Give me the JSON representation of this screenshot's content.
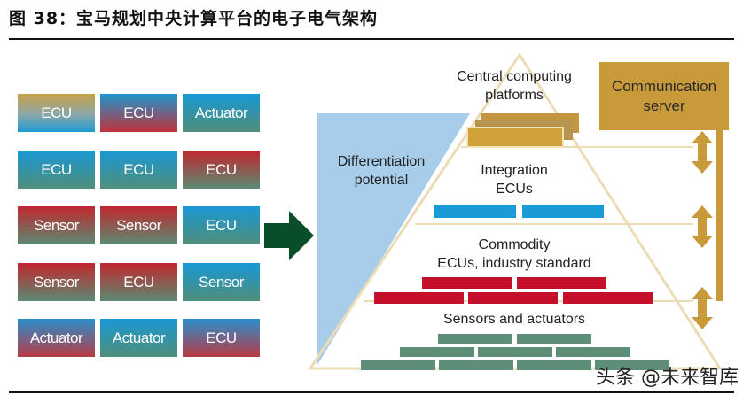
{
  "figure": {
    "title": "图 38：宝马规划中央计算平台的电子电气架构",
    "watermark": "头条 @未来智库"
  },
  "left_grid": {
    "rows": [
      [
        {
          "label": "ECU",
          "gradient": "gold-blue"
        },
        {
          "label": "ECU",
          "gradient": "blue-red"
        },
        {
          "label": "Actuator",
          "gradient": "blue-green"
        }
      ],
      [
        {
          "label": "ECU",
          "gradient": "blue-green"
        },
        {
          "label": "ECU",
          "gradient": "blue-green"
        },
        {
          "label": "ECU",
          "gradient": "red-green"
        }
      ],
      [
        {
          "label": "Sensor",
          "gradient": "red-green"
        },
        {
          "label": "Sensor",
          "gradient": "red-green"
        },
        {
          "label": "ECU",
          "gradient": "blue-green"
        }
      ],
      [
        {
          "label": "Sensor",
          "gradient": "red-green"
        },
        {
          "label": "ECU",
          "gradient": "red-green"
        },
        {
          "label": "Sensor",
          "gradient": "blue-green"
        }
      ],
      [
        {
          "label": "Actuator",
          "gradient": "blue-red"
        },
        {
          "label": "Actuator",
          "gradient": "blue-green"
        },
        {
          "label": "ECU",
          "gradient": "blue-red"
        }
      ]
    ]
  },
  "arrow": {
    "icon": "right-arrow-icon",
    "color": "#0a4d2a"
  },
  "pyramid": {
    "differentiation_label_1": "Differentiation",
    "differentiation_label_2": "potential",
    "levels": [
      {
        "line1": "Central computing",
        "line2": "platforms",
        "color": "#d2a23a"
      },
      {
        "line1": "Integration",
        "line2": "ECUs",
        "color": "#1b9bd6"
      },
      {
        "line1": "Commodity",
        "line2": "ECUs, industry standard",
        "color": "#c4102a"
      },
      {
        "line1": "Sensors and actuators",
        "line2": "",
        "color": "#5c8e78"
      }
    ]
  },
  "communication_server": {
    "line1": "Communication",
    "line2": "server",
    "color": "#c99a3a",
    "arrows": [
      "double-arrow-icon",
      "double-arrow-icon",
      "double-arrow-icon"
    ]
  },
  "colors": {
    "blue_triangle": "#a8cdea",
    "pyramid_outline": "#f0e2c0"
  }
}
